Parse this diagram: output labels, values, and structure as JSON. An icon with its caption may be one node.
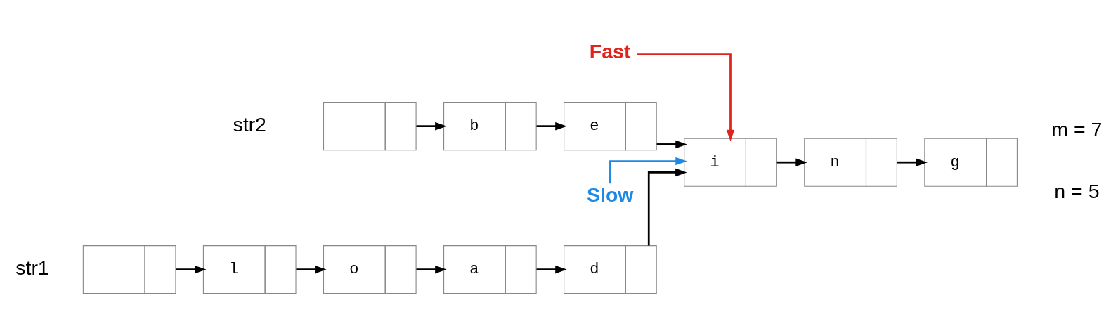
{
  "diagram": {
    "nodes": [
      {
        "text": [],
        "shape": "box"
      },
      {
        "text": [
          "l"
        ]
      },
      {
        "text": [
          "o"
        ]
      },
      {
        "text": [
          "a"
        ]
      },
      {
        "text": [
          "d"
        ]
      },
      {
        "text": [
          "Fast"
        ]
      },
      {
        "text": [
          "i"
        ]
      },
      {
        "text": [
          "n"
        ]
      },
      {
        "text": [
          "g"
        ]
      },
      {
        "text": [],
        "shape": "box"
      },
      {
        "text": [
          "b"
        ]
      },
      {
        "text": [
          "e"
        ]
      },
      {
        "text": [
          "Slow"
        ]
      }
    ],
    "edges": [
      {
        "from": 0,
        "to": 1,
        "arrow": "to"
      },
      {
        "from": 1,
        "to": 2,
        "arrow": "to"
      },
      {
        "from": 2,
        "to": 3,
        "arrow": "to"
      },
      {
        "from": 3,
        "to": 4,
        "arrow": "to"
      },
      {
        "from": 4,
        "to": 6,
        "arrow": "to"
      },
      {
        "from": 5,
        "to": 6,
        "arrow": "to",
        "color": "#e0231c"
      },
      {
        "from": 6,
        "to": 7,
        "arrow": "to"
      },
      {
        "from": 7,
        "to": 8,
        "arrow": "to"
      },
      {
        "from": 9,
        "to": 10,
        "arrow": "to"
      },
      {
        "from": 10,
        "to": 11,
        "arrow": "to"
      },
      {
        "from": 11,
        "to": 6,
        "arrow": "to"
      },
      {
        "from": 12,
        "to": 6,
        "arrow": "to",
        "color": "#1e88e5"
      }
    ],
    "labels": [
      "str1",
      "m = 7",
      "str2",
      "n = 5"
    ]
  }
}
